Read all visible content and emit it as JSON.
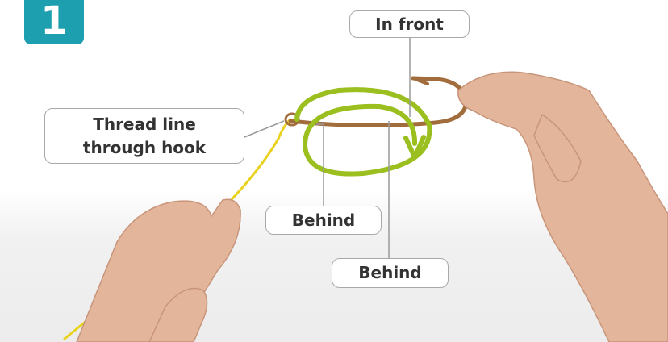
{
  "step": {
    "number": "1"
  },
  "labels": {
    "in_front": "In front",
    "thread_line_1": "Thread line",
    "thread_line_2": "through hook",
    "behind_1": "Behind",
    "behind_2": "Behind"
  },
  "colors": {
    "badge": "#1e9fb0",
    "loop_arrow": "#9bbf1e",
    "fishing_line": "#e8d21e",
    "hook": "#a26d3c",
    "callout_border": "#a9a9a9"
  },
  "icons": {
    "loop_direction": "arrow-icon"
  }
}
